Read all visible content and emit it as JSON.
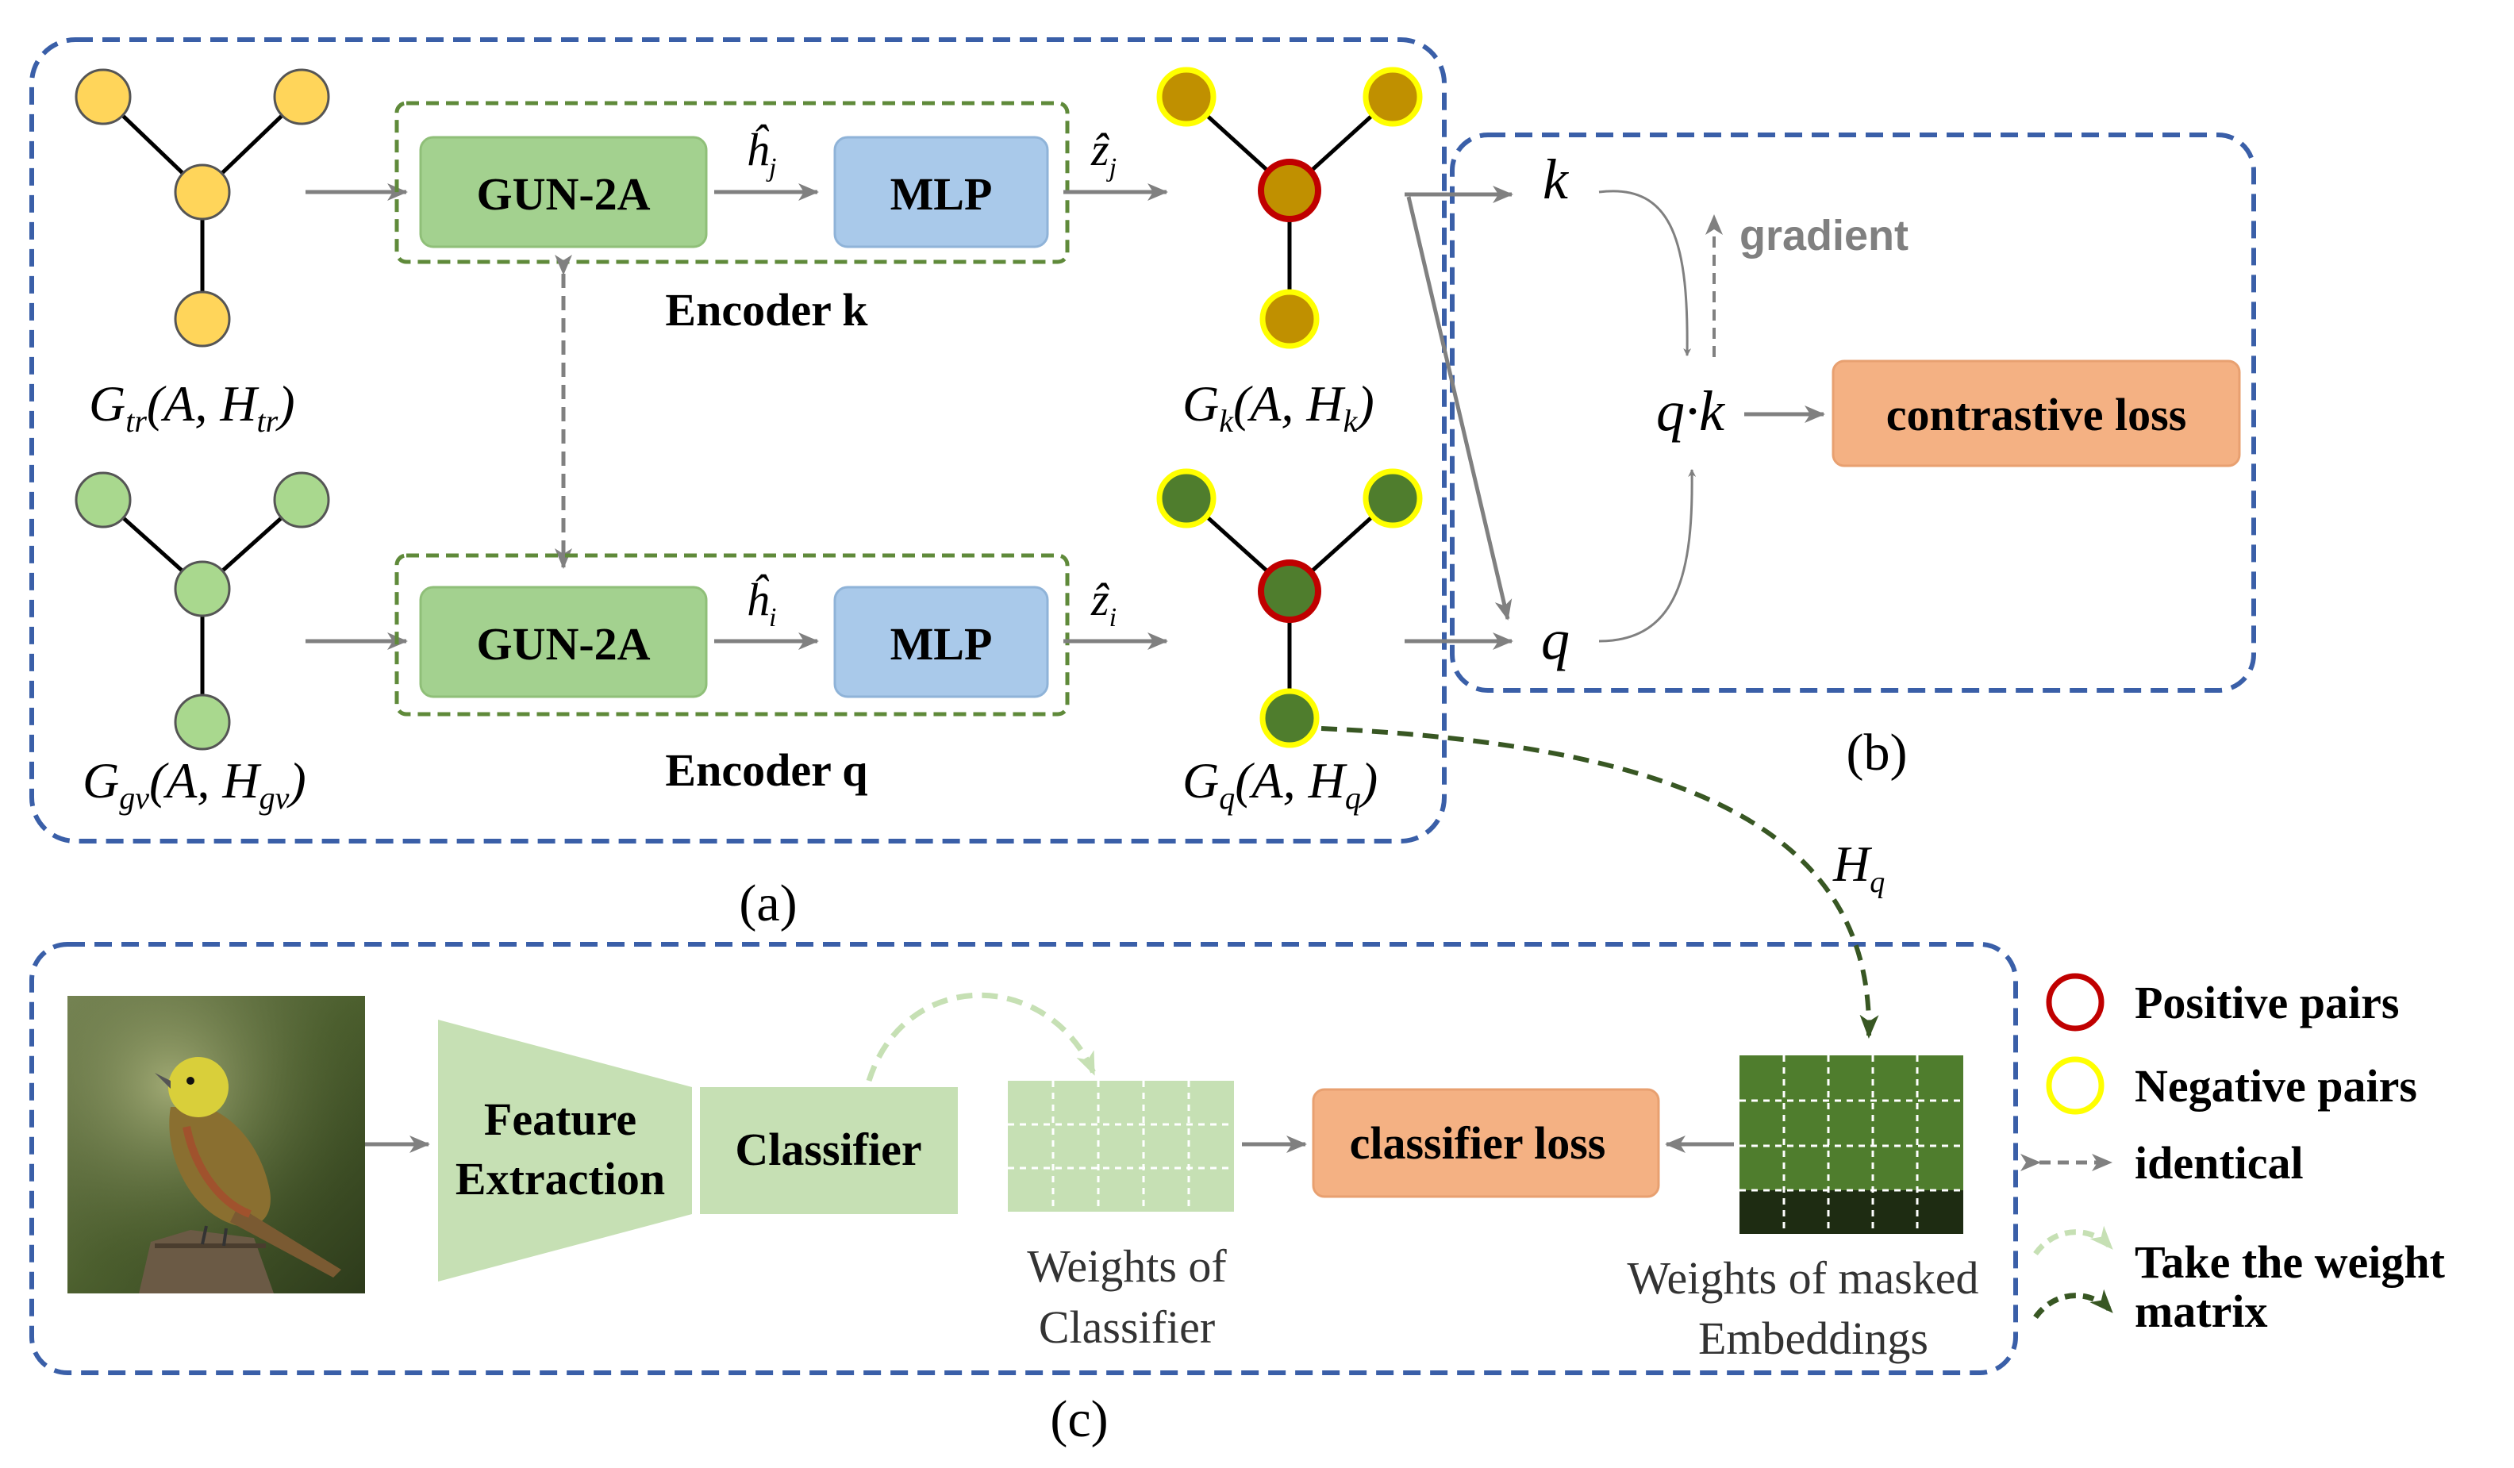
{
  "colors": {
    "panel_border": "#3a5fa8",
    "encoder_border": "#5f8a3a",
    "box_green": "#a3d18f",
    "box_blue": "#a9c9ea",
    "box_orange": "#f4b183",
    "node_yellow": "#ffd55a",
    "node_light_green": "#a9d88e",
    "node_olive": "#c09000",
    "node_dark_green": "#4f7d2d",
    "positive_ring": "#c00000",
    "negative_ring": "#ffff00",
    "arrow_gray": "#808080",
    "light_green_arrow": "#c6e0b4",
    "dark_green_arrow": "#385723"
  },
  "panel_a": {
    "caption": "(a)",
    "graph_train": {
      "g": "G",
      "sub": "tr",
      "args": "(A, H",
      "close": ")"
    },
    "graph_gen": {
      "g": "G",
      "sub": "gv",
      "args": "(A, H",
      "close": ")"
    },
    "encoder_k": {
      "label": "Encoder k",
      "gnn": "GUN-2A",
      "mlp": "MLP",
      "h_label": "ĥ",
      "h_sub": "j",
      "z_label": "ẑ",
      "z_sub": "j"
    },
    "encoder_q": {
      "label": "Encoder q",
      "gnn": "GUN-2A",
      "mlp": "MLP",
      "h_label": "ĥ",
      "h_sub": "i",
      "z_label": "ẑ",
      "z_sub": "i"
    },
    "graph_k": {
      "g": "G",
      "sub": "k",
      "args": "(A, H",
      "close": ")"
    },
    "graph_q": {
      "g": "G",
      "sub": "q",
      "args": "(A, H",
      "close": ")"
    }
  },
  "panel_b": {
    "caption": "(b)",
    "k": "k",
    "q": "q",
    "qk": "q·k",
    "gradient": "gradient",
    "loss": "contrastive loss"
  },
  "hq_label": {
    "h": "H",
    "sub": "q"
  },
  "panel_c": {
    "caption": "(c)",
    "feature_line1": "Feature",
    "feature_line2": "Extraction",
    "classifier": "Classifier",
    "weights_cls_line1": "Weights of",
    "weights_cls_line2": "Classifier",
    "classifier_loss": "classifier loss",
    "weights_mask_line1": "Weights of masked",
    "weights_mask_line2": "Embeddings"
  },
  "legend": {
    "positive": "Positive pairs",
    "negative": "Negative pairs",
    "identical": "identical",
    "take_line1": "Take the weight",
    "take_line2": "matrix"
  }
}
